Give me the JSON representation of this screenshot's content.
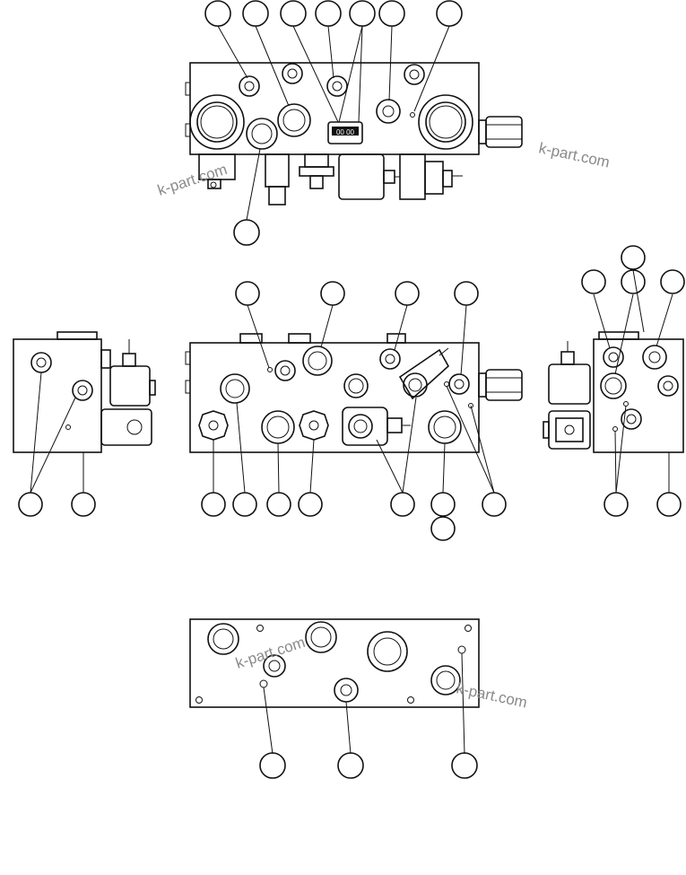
{
  "watermark": {
    "text": "k-part.com"
  },
  "nameplate": {
    "text": "00 00"
  },
  "views": [
    {
      "id": "top-view",
      "callouts": 8
    },
    {
      "id": "left-side-view",
      "callouts": 2
    },
    {
      "id": "front-view",
      "callouts": 12
    },
    {
      "id": "right-side-view",
      "callouts": 6
    },
    {
      "id": "bottom-view",
      "callouts": 3
    }
  ],
  "colors": {
    "ink": "#111111",
    "watermark": "#8a8a8a",
    "background": "#ffffff"
  }
}
